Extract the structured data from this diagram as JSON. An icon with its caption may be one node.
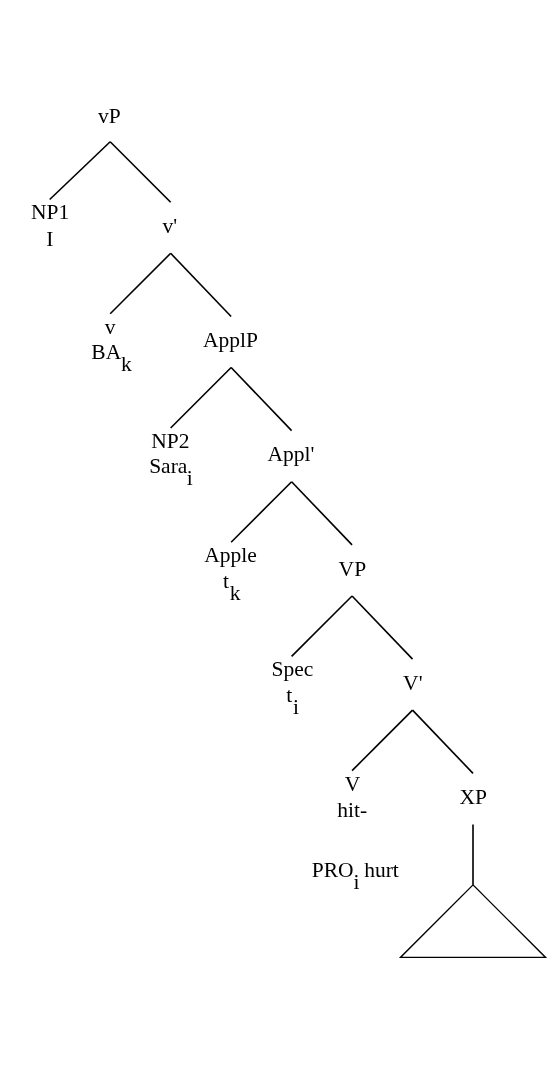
{
  "diagram": {
    "nodes": [
      {
        "text": [
          "vP"
        ]
      },
      {
        "text": [
          "NP1",
          "I"
        ]
      },
      {
        "text": [
          "v'"
        ]
      },
      {
        "text": [
          "v",
          "BA$_{k}$"
        ]
      },
      {
        "text": [
          "ApplP"
        ]
      },
      {
        "text": [
          "NP2",
          "Sara$_{i}$"
        ]
      },
      {
        "text": [
          "Appl'"
        ]
      },
      {
        "text": [
          "Apple",
          "t$_{k}$"
        ]
      },
      {
        "text": [
          "VP"
        ]
      },
      {
        "text": [
          "Spec",
          "t$_{i}$"
        ]
      },
      {
        "text": [
          "V'"
        ]
      },
      {
        "text": [
          "V",
          "hit-"
        ]
      },
      {
        "text": [
          "XP"
        ]
      },
      {
        "text": [],
        "shape": "triangle",
        "beside": [
          "PRO$_{i}$ hurt"
        ]
      }
    ],
    "edges": [
      {
        "from": 0,
        "to": 1,
        "arrow": "none"
      },
      {
        "from": 0,
        "to": 2,
        "arrow": "none"
      },
      {
        "from": 2,
        "to": 3,
        "arrow": "none"
      },
      {
        "from": 2,
        "to": 4,
        "arrow": "none"
      },
      {
        "from": 4,
        "to": 5,
        "arrow": "none"
      },
      {
        "from": 4,
        "to": 6,
        "arrow": "none"
      },
      {
        "from": 6,
        "to": 7,
        "arrow": "none"
      },
      {
        "from": 6,
        "to": 8,
        "arrow": "none"
      },
      {
        "from": 8,
        "to": 9,
        "arrow": "none"
      },
      {
        "from": 8,
        "to": 10,
        "arrow": "none"
      },
      {
        "from": 10,
        "to": 11,
        "arrow": "none"
      },
      {
        "from": 10,
        "to": 12,
        "arrow": "none"
      },
      {
        "from": 12,
        "to": 13,
        "arrow": "none"
      }
    ]
  }
}
